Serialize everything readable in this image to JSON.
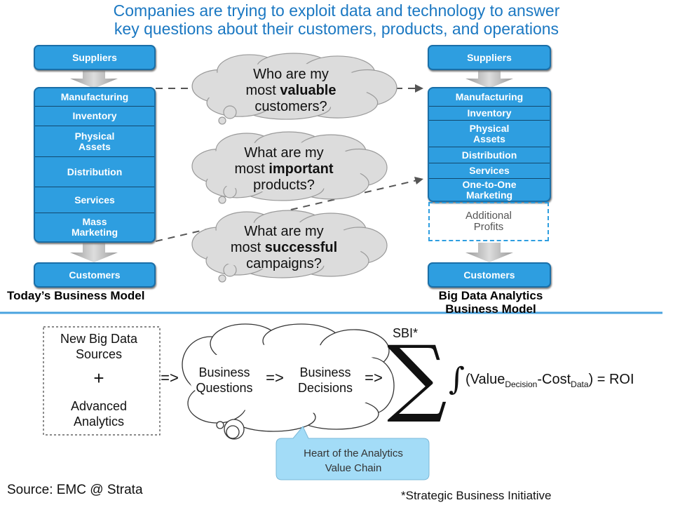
{
  "title": {
    "line1": "Companies are trying to exploit data and technology to answer",
    "line2": "key questions about their customers, products, and operations"
  },
  "today": {
    "suppliers": "Suppliers",
    "rows": [
      "Manufacturing",
      "Inventory",
      "Physical Assets",
      "Distribution",
      "Services",
      "Mass Marketing"
    ],
    "customers": "Customers",
    "label": "Today’s Business Model"
  },
  "bigdata": {
    "suppliers": "Suppliers",
    "rows": [
      "Manufacturing",
      "Inventory",
      "Physical Assets",
      "Distribution",
      "Services",
      "One-to-One Marketing"
    ],
    "additional": "Additional Profits",
    "customers": "Customers",
    "label": "Big Data Analytics Business Model"
  },
  "clouds": [
    {
      "pre": "Who are my",
      "mid": "most ",
      "bold": "valuable",
      "post": "customers?"
    },
    {
      "pre": "What are my",
      "mid": "most ",
      "bold": "important",
      "post": "products?"
    },
    {
      "pre": "What are my",
      "mid": "most ",
      "bold": "successful",
      "post": "campaigns?"
    }
  ],
  "bottom": {
    "sources": "New Big Data Sources",
    "plus": "+",
    "analytics": "Advanced Analytics",
    "arrow": "=>",
    "questions": "Business Questions",
    "decisions": "Business Decisions",
    "sbi": "SBI*",
    "sigma": "∑",
    "integral": "∫",
    "formula": {
      "open": "(Value",
      "sub1": "Decision",
      "mid": "-Cost",
      "sub2": "Data",
      "close": ") = ROI"
    },
    "callout": "Heart of the Analytics Value Chain",
    "source": "Source: EMC @ Strata",
    "footnote": "*Strategic Business Initiative"
  },
  "colors": {
    "title": "#1b78c2",
    "box": "#2e9ee0",
    "divider": "#4aa3df",
    "callout": "#a3dcf7"
  }
}
